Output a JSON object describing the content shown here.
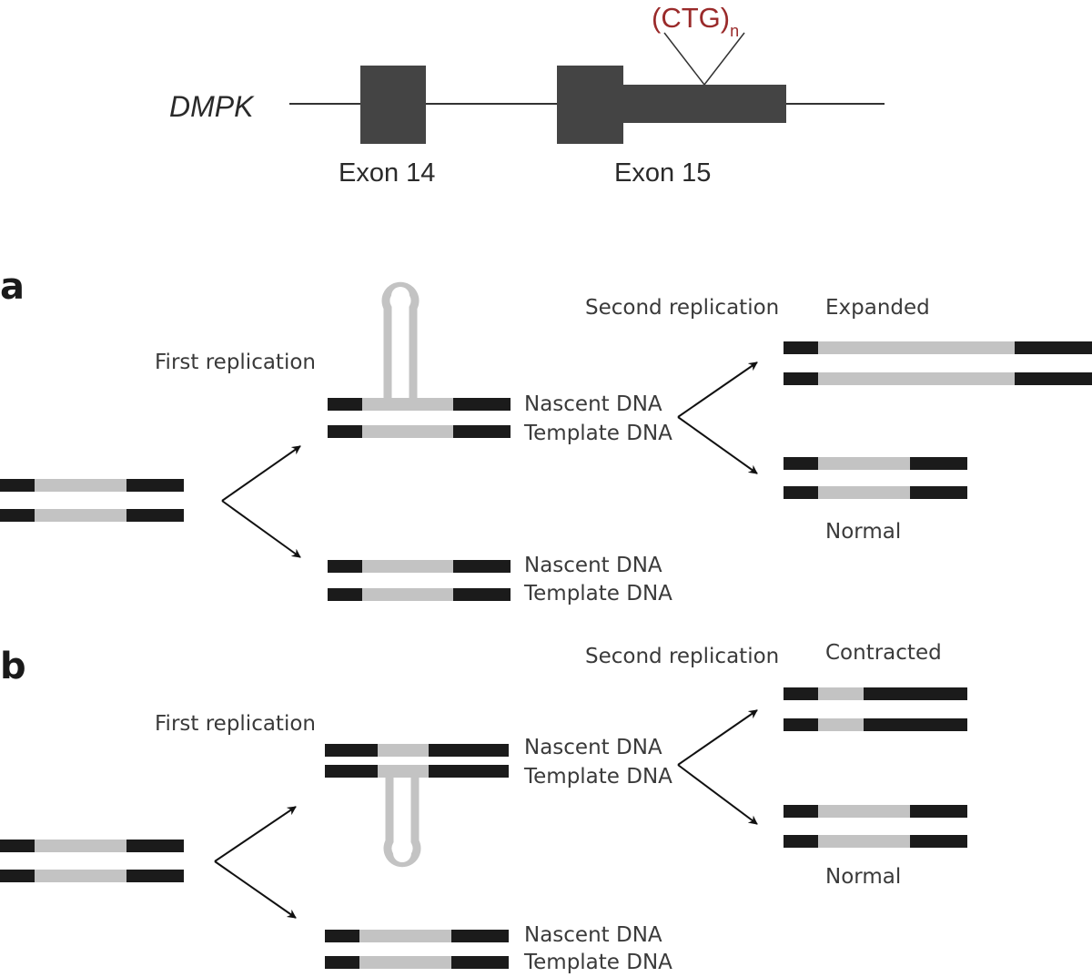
{
  "gene_map": {
    "gene_name": "DMPK",
    "exon_14": "Exon 14",
    "exon_15": "Exon 15",
    "repeat_label": "(CTG)",
    "repeat_subscript": "n"
  },
  "panel_a": {
    "letter": "a",
    "first_replication": "First replication",
    "second_replication": "Second replication",
    "nascent_upper": "Nascent DNA",
    "template_upper": "Template DNA",
    "nascent_lower": "Nascent DNA",
    "template_lower": "Template DNA",
    "outcome_altered": "Expanded",
    "outcome_normal": "Normal"
  },
  "panel_b": {
    "letter": "b",
    "first_replication": "First replication",
    "second_replication": "Second replication",
    "nascent_upper": "Nascent DNA",
    "template_upper": "Template DNA",
    "nascent_lower": "Nascent DNA",
    "template_lower": "Template DNA",
    "outcome_altered": "Contracted",
    "outcome_normal": "Normal"
  },
  "colors": {
    "flank": "#1b1b1b",
    "repeat": "#c3c3c3",
    "exon": "#444444",
    "repeat_label": "#9a2a2a"
  }
}
